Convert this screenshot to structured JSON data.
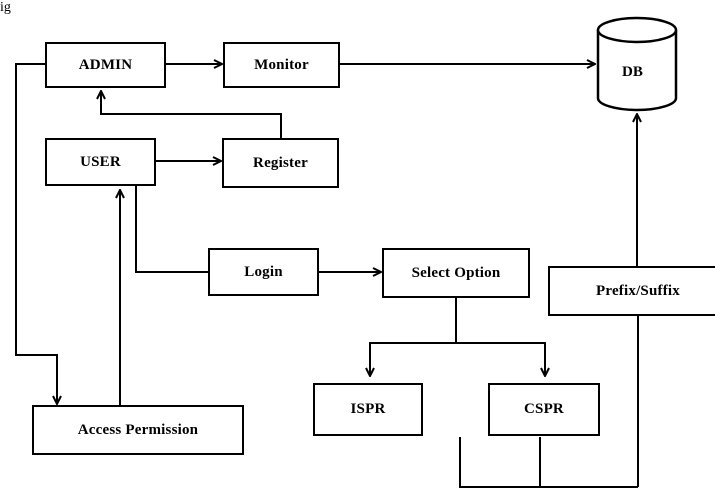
{
  "caption": "ig",
  "nodes": {
    "admin": "ADMIN",
    "monitor": "Monitor",
    "db": "DB",
    "user": "USER",
    "register": "Register",
    "login": "Login",
    "select_option": "Select Option",
    "prefix_suffix": "Prefix/Suffix",
    "ispr": "ISPR",
    "cspr": "CSPR",
    "access_permission": "Access Permission"
  },
  "colors": {
    "stroke": "#000000",
    "background": "#ffffff"
  }
}
